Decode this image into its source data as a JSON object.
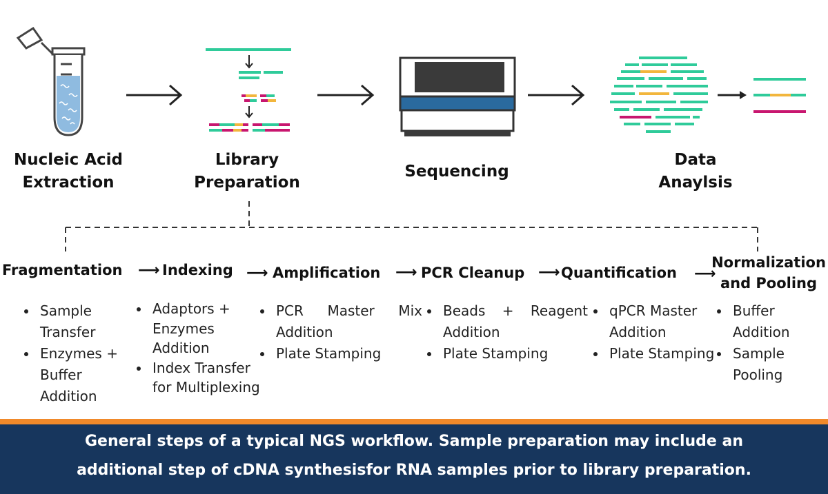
{
  "stages": [
    {
      "line1": "Nucleic Acid",
      "line2": "Extraction"
    },
    {
      "line1": "Library",
      "line2": "Preparation"
    },
    {
      "line1": "Sequencing"
    },
    {
      "line1": "Data",
      "line2": "Anaylsis"
    }
  ],
  "substeps": [
    {
      "title": "Fragmentation",
      "items": [
        "Sample Transfer",
        "Enzymes + Buffer Addition"
      ]
    },
    {
      "title": "Indexing",
      "items": [
        "Adaptors + Enzymes Addition",
        "Index Transfer for Multiplexing"
      ]
    },
    {
      "title": "Amplification",
      "items": [
        "PCR Master Mix Addition",
        "Plate Stamping"
      ]
    },
    {
      "title": "PCR Cleanup",
      "items": [
        "Beads + Reagent Addition",
        "Plate Stamping"
      ]
    },
    {
      "title": "Quantification",
      "items": [
        "qPCR Master Addition",
        "Plate Stamping"
      ]
    },
    {
      "title_line1": "Normalization",
      "title_line2": "and Pooling",
      "items": [
        "Buffer Addition",
        "Sample Pooling"
      ]
    }
  ],
  "caption": {
    "line1": "General steps of a typical NGS workflow. Sample preparation may include an",
    "line2": "additional step of cDNA synthesisfor RNA samples prior to library preparation."
  },
  "colors": {
    "green": "#2fcb9a",
    "magenta": "#c8166f",
    "yellow": "#f2b63d",
    "navy": "#17365d",
    "orange": "#f0892a",
    "tube_blue": "#8fbbe0",
    "sequencer_blue": "#2a6a9e"
  },
  "icons": [
    "test-tube-icon",
    "library-fragments-icon",
    "sequencer-icon",
    "reads-alignment-icon"
  ]
}
